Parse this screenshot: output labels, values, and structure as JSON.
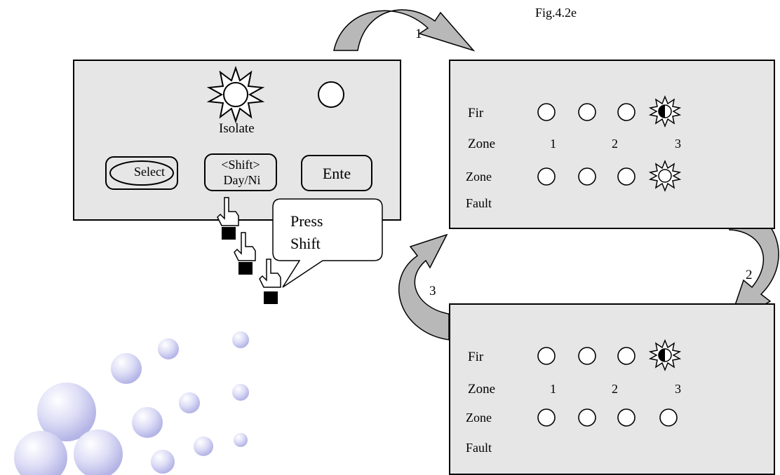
{
  "figure_label": "Fig.4.2e",
  "steps": {
    "one": "1",
    "two": "2",
    "three": "3"
  },
  "control_panel": {
    "isolate_label": "Isolate",
    "buttons": {
      "select": "Select",
      "shift_line1": "<Shift>",
      "shift_line2": "Day/Ni",
      "enter": "Ente"
    },
    "callout_line1": "Press",
    "callout_line2": "Shift"
  },
  "display_top": {
    "row1_label": "Fir",
    "row2_label": "Zone",
    "zone_numbers": [
      "1",
      "2",
      "3"
    ],
    "row3_label": "Zone",
    "row4_label": "Fault"
  },
  "display_bottom": {
    "row1_label": "Fir",
    "row2_label": "Zone",
    "zone_numbers": [
      "1",
      "2",
      "3"
    ],
    "row3_label": "Zone",
    "row4_label": "Fault"
  }
}
